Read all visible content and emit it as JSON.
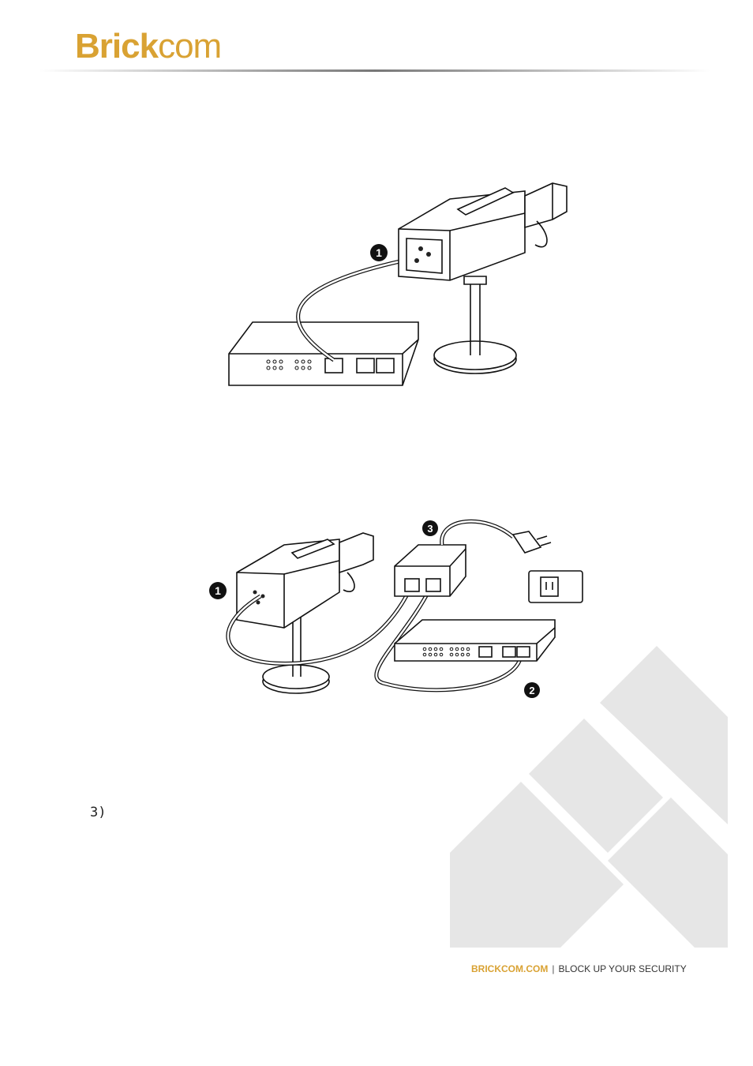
{
  "header": {
    "logo_bold": "Brick",
    "logo_light": "com",
    "brand_color": "#d9a233"
  },
  "figures": {
    "fig1": {
      "callout_1": "1"
    },
    "fig2": {
      "callout_1": "1",
      "callout_2": "2",
      "callout_3": "3"
    }
  },
  "body": {
    "step_label": "3)"
  },
  "footer": {
    "brand": "BRICKCOM.COM",
    "separator": "|",
    "tagline": "BLOCK UP YOUR SECURITY"
  }
}
